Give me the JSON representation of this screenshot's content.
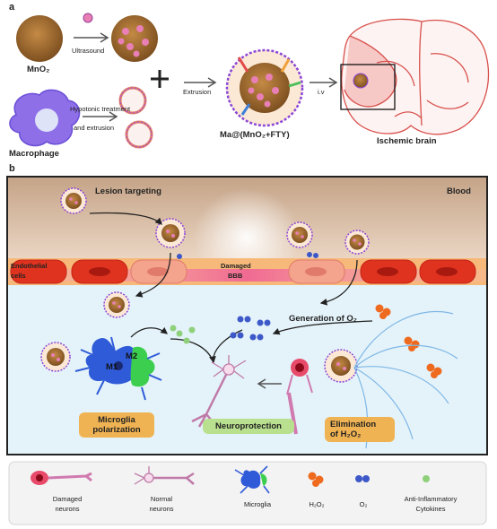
{
  "panel_a": {
    "letter": "a",
    "mno2_label": "MnO₂",
    "ultrasound_label": "Ultrasound",
    "macrophage_label": "Macrophage",
    "hypotonic_label_1": "Hypotonic treatment",
    "hypotonic_label_2": "and extrusion",
    "extrusion_label": "Extrusion",
    "iv_label": "i.v",
    "product_label": "Ma@(MnO₂+FTY)",
    "brain_label": "Ischemic brain"
  },
  "panel_b": {
    "letter": "b",
    "blood_label": "Blood",
    "lesion_label": "Lesion targeting",
    "endothelial_label_1": "Endothelial",
    "endothelial_label_2": "cells",
    "damaged_bbb_1": "Damaged",
    "damaged_bbb_2": "BBB",
    "generation_label": "Generation of O₂",
    "m1_label": "M1",
    "m2_label": "M2",
    "microglia_polarization_1": "Microglia",
    "microglia_polarization_2": "polarization",
    "neuroprotection_label": "Neuroprotection",
    "elimination_1": "Elimination",
    "elimination_2": "of H₂O₂"
  },
  "legend": {
    "damaged_1": "Damaged",
    "damaged_2": "neurons",
    "normal_1": "Normal",
    "normal_2": "neurons",
    "microglia": "Microglia",
    "h2o2": "H₂O₂",
    "o2": "O₂",
    "cytokines_1": "Anti-Inflammatory",
    "cytokines_2": "Cytokines"
  },
  "colors": {
    "blood_top": "#c9a98a",
    "tissue": "#e4f3fa",
    "endothelial": "#e0331f",
    "damaged_cell": "#f4a38c",
    "bbb_glow": "#f07fa0",
    "nanoparticle": "#a6712f",
    "membrane": "#8c45d6",
    "macrophage": "#8e6fe8",
    "o2": "#3d58c8",
    "h2o2": "#ee6a1e",
    "cytokine": "#8fd07a",
    "microglia_blue": "#2f5bd8",
    "microglia_green": "#3ccf4f",
    "tag_orange": "#f0b353",
    "tag_green": "#b9e08f"
  }
}
